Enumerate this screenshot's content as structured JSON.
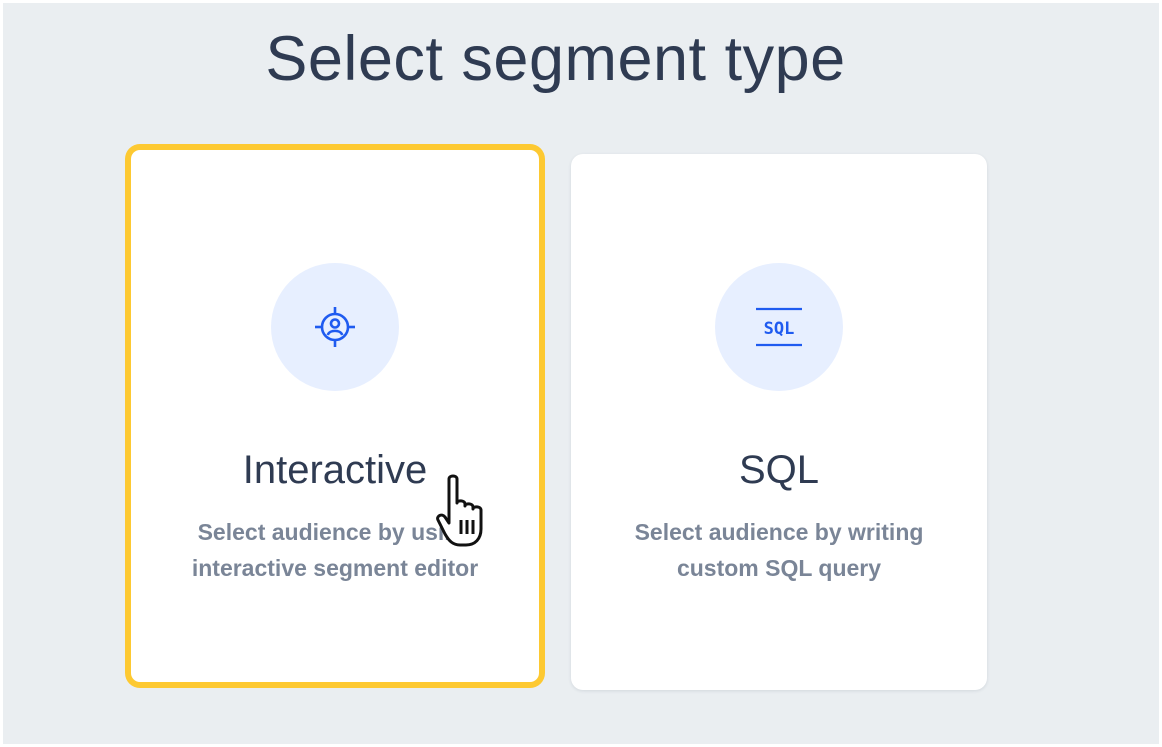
{
  "page": {
    "title": "Select segment type"
  },
  "options": [
    {
      "title": "Interactive",
      "description_line1": "Select audience by using",
      "description_line2": "interactive segment editor",
      "icon": "target-user-icon",
      "selected": true
    },
    {
      "title": "SQL",
      "description_line1": "Select audience by writing",
      "description_line2": "custom SQL query",
      "icon": "sql-icon",
      "selected": false
    }
  ],
  "colors": {
    "background": "#eaeef1",
    "card": "#ffffff",
    "selected_border": "#fdc932",
    "icon_circle": "#e7efff",
    "icon": "#1f5bf0",
    "title_text": "#2f3b52",
    "description_text": "#7a8597"
  },
  "cursor": "hand-pointer-icon"
}
